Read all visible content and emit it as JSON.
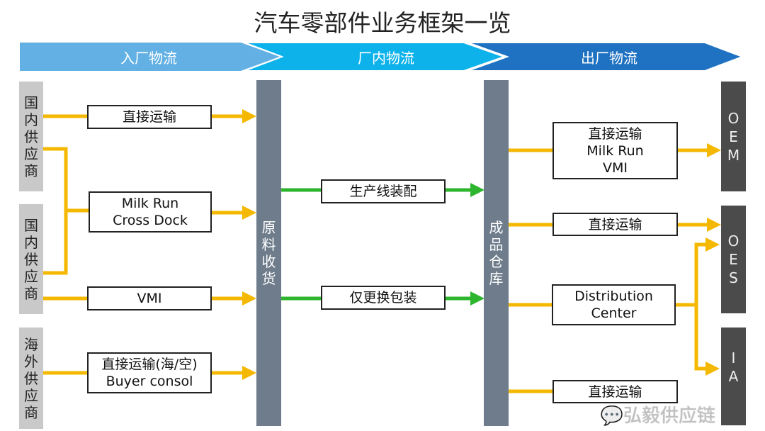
{
  "title": "汽车零部件业务框架一览",
  "stages": [
    "入厂物流",
    "厂内物流",
    "出厂物流"
  ],
  "sources": [
    [
      "国",
      "内",
      "供",
      "应",
      "商"
    ],
    [
      "国",
      "内",
      "供",
      "应",
      "商"
    ],
    [
      "海",
      "外",
      "供",
      "应",
      "商"
    ]
  ],
  "inbound": [
    {
      "lines": [
        "直接运输"
      ]
    },
    {
      "lines": [
        "Milk Run",
        "Cross Dock"
      ]
    },
    {
      "lines": [
        "VMI"
      ]
    },
    {
      "lines": [
        "直接运输(海/空)",
        "Buyer consol"
      ]
    }
  ],
  "raw_receiving": [
    "原",
    "料",
    "收",
    "货"
  ],
  "inplant": [
    {
      "lines": [
        "生产线装配"
      ]
    },
    {
      "lines": [
        "仅更换包装"
      ]
    }
  ],
  "finished_goods": [
    "成",
    "品",
    "仓",
    "库"
  ],
  "outbound": [
    {
      "lines": [
        "直接运输",
        "Milk Run",
        "VMI"
      ]
    },
    {
      "lines": [
        "直接运输"
      ]
    },
    {
      "lines": [
        "Distribution",
        "Center"
      ]
    },
    {
      "lines": [
        "直接运输"
      ]
    }
  ],
  "destinations": [
    [
      "O",
      "E",
      "M"
    ],
    [
      "O",
      "E",
      "S"
    ],
    [
      "I",
      "A"
    ]
  ],
  "watermark": "弘毅供应链",
  "colors": {
    "yellow": "#f5b800",
    "green": "#2db52d",
    "band1": "#62b0e4",
    "band2": "#0db2ea",
    "band3": "#1f72c2"
  }
}
